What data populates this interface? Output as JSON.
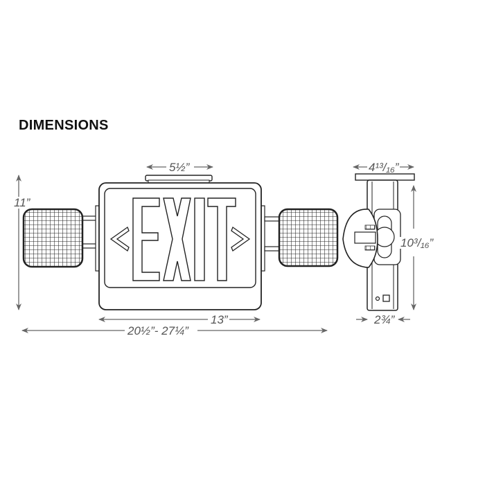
{
  "title": "DIMENSIONS",
  "sign": {
    "text": "EXIT"
  },
  "dimensions": {
    "height_left": "11”",
    "canopy_width": "5½”",
    "body_width": "13”",
    "overall_width": "20½”- 27¼”",
    "side_canopy_width": "4¹³/₁₆”",
    "side_height": "10³/₁₆”",
    "side_depth": "2¾”"
  },
  "colors": {
    "line": "#222222",
    "dimension": "#666666"
  }
}
